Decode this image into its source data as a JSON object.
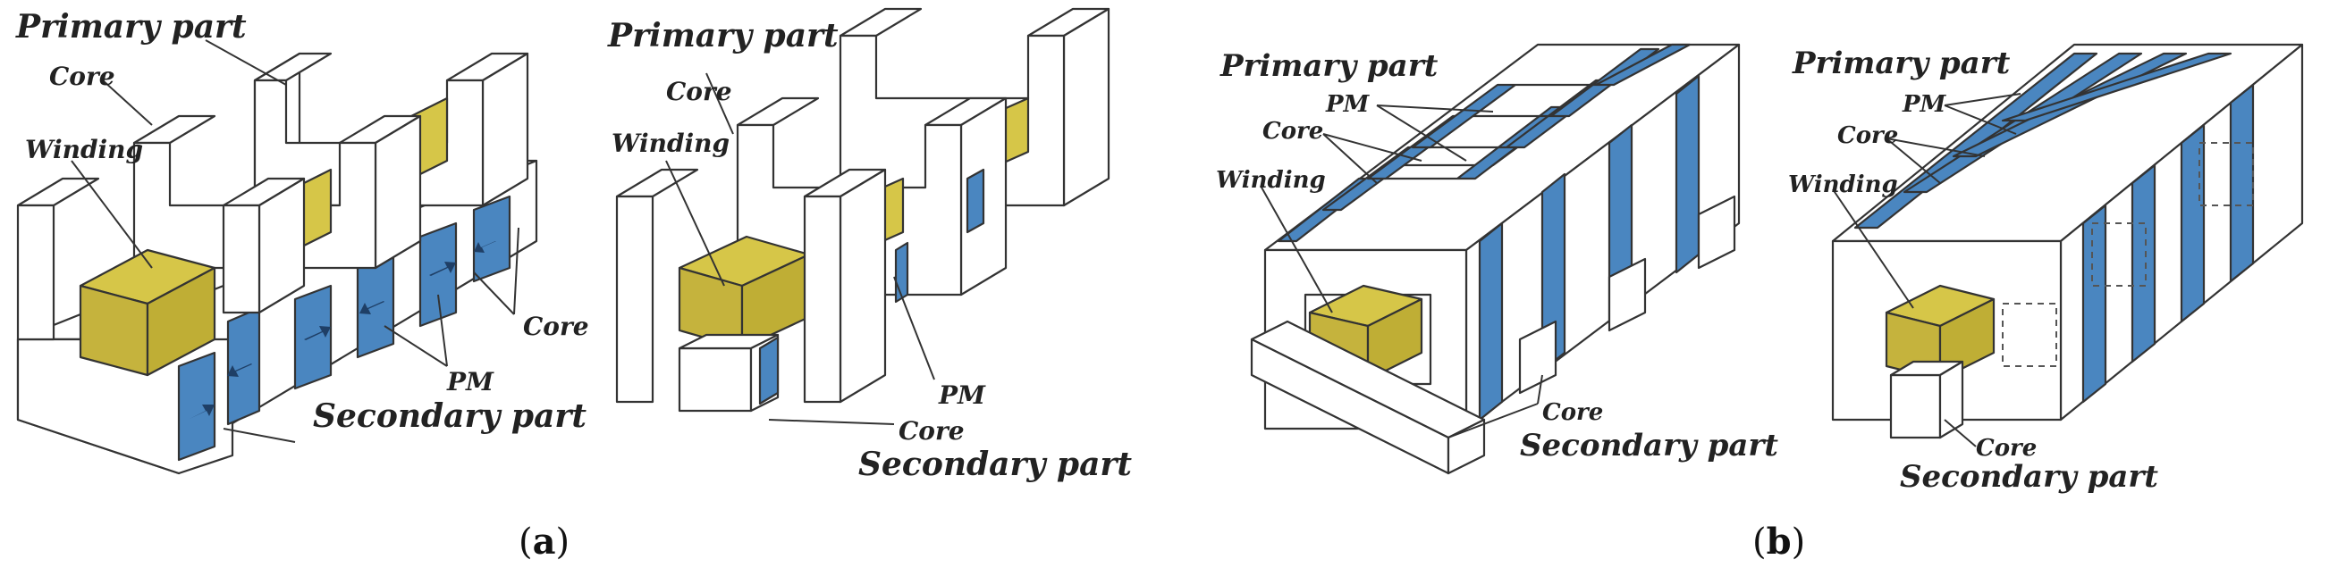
{
  "colors": {
    "pm_blue": "#4a86c0",
    "winding_yellow": "#d6c648",
    "core_white": "#ffffff",
    "line": "#333333"
  },
  "panel_a": {
    "caption_letter": "a",
    "left": {
      "primary_part": "Primary part",
      "core_top": "Core",
      "winding": "Winding",
      "core_right": "Core",
      "pm": "PM",
      "secondary_part": "Secondary part"
    },
    "right": {
      "primary_part": "Primary part",
      "core_top": "Core",
      "winding": "Winding",
      "pm": "PM",
      "core_bottom": "Core",
      "secondary_part": "Secondary part"
    }
  },
  "panel_b": {
    "caption_letter": "b",
    "left": {
      "primary_part": "Primary part",
      "pm": "PM",
      "core": "Core",
      "winding": "Winding",
      "core_bottom": "Core",
      "secondary_part": "Secondary part"
    },
    "right": {
      "primary_part": "Primary part",
      "pm": "PM",
      "core": "Core",
      "winding": "Winding",
      "core_bottom": "Core",
      "secondary_part": "Secondary part"
    }
  }
}
